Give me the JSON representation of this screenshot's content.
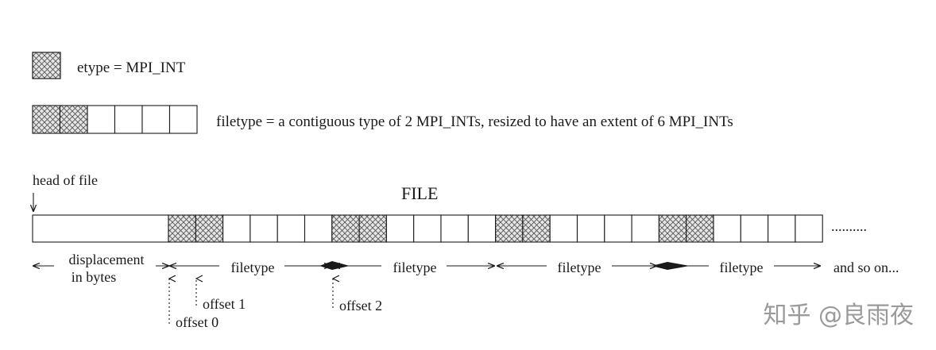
{
  "legend": {
    "etype_label": "etype = MPI_INT",
    "filetype_label": "filetype = a contiguous type of 2 MPI_INTs, resized to have an extent of 6 MPI_INTs"
  },
  "file": {
    "title": "FILE",
    "head_label": "head of file",
    "continuation": "..........",
    "displacement_line1": "displacement",
    "displacement_line2": "in bytes",
    "filetype_labels": [
      "filetype",
      "filetype",
      "filetype",
      "filetype"
    ],
    "and_so_on": "and so on...",
    "offsets": [
      "offset 0",
      "offset 1",
      "offset 2"
    ]
  },
  "watermark": "知乎 @良雨夜",
  "colors": {
    "stroke": "#1a1a1a",
    "hatch": "#555555",
    "watermark": "#9a9a9a"
  }
}
